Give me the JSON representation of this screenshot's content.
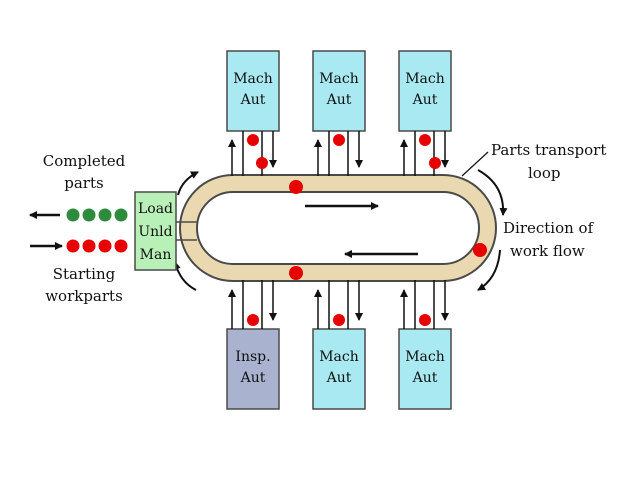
{
  "left_labels": {
    "completed_line1": "Completed",
    "completed_line2": "parts",
    "starting_line1": "Starting",
    "starting_line2": "workparts"
  },
  "load_station": {
    "line1": "Load",
    "line2": "Unld",
    "line3": "Man"
  },
  "top_stations": [
    {
      "line1": "Mach",
      "line2": "Aut"
    },
    {
      "line1": "Mach",
      "line2": "Aut"
    },
    {
      "line1": "Mach",
      "line2": "Aut"
    }
  ],
  "bottom_stations": [
    {
      "line1": "Insp.",
      "line2": "Aut"
    },
    {
      "line1": "Mach",
      "line2": "Aut"
    },
    {
      "line1": "Mach",
      "line2": "Aut"
    }
  ],
  "right_labels": {
    "loop_line1": "Parts transport",
    "loop_line2": "loop",
    "direction_line1": "Direction of",
    "direction_line2": "work flow"
  },
  "colors": {
    "machine_box": "#a9e9f2",
    "inspection_box": "#a9b3d0",
    "load_box": "#b9f0b8",
    "loop": "#ead9b0",
    "part_red": "#e60000",
    "part_green": "#2e8b3c"
  }
}
